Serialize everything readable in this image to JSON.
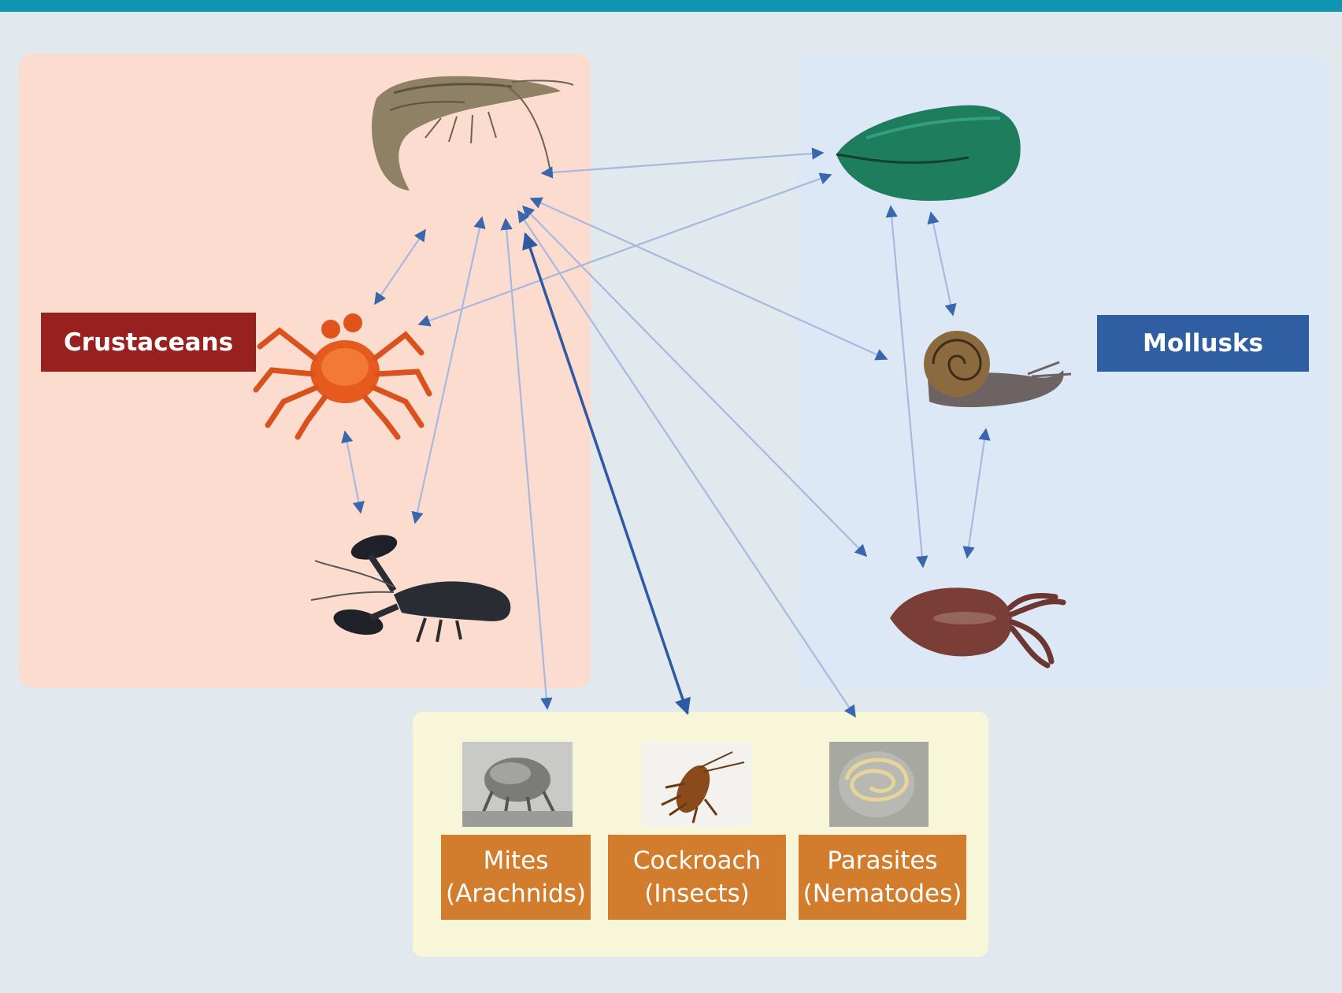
{
  "groups": {
    "crustaceans": "Crustaceans",
    "mollusks": "Mollusks"
  },
  "categories": [
    {
      "line1": "Mites",
      "line2": "(Arachnids)"
    },
    {
      "line1": "Cockroach",
      "line2": "(Insects)"
    },
    {
      "line1": "Parasites",
      "line2": "(Nematodes)"
    }
  ],
  "colors": {
    "top_bar": "#0f94b4",
    "crustaceans_region": "#fcdccf",
    "mollusks_region": "#dde8f6",
    "other_region": "#f7f6d8",
    "crustaceans_label": "#98201f",
    "mollusks_label": "#2f5ea2",
    "category_label": "#d27d2d",
    "arrow": "#3a66ad"
  }
}
